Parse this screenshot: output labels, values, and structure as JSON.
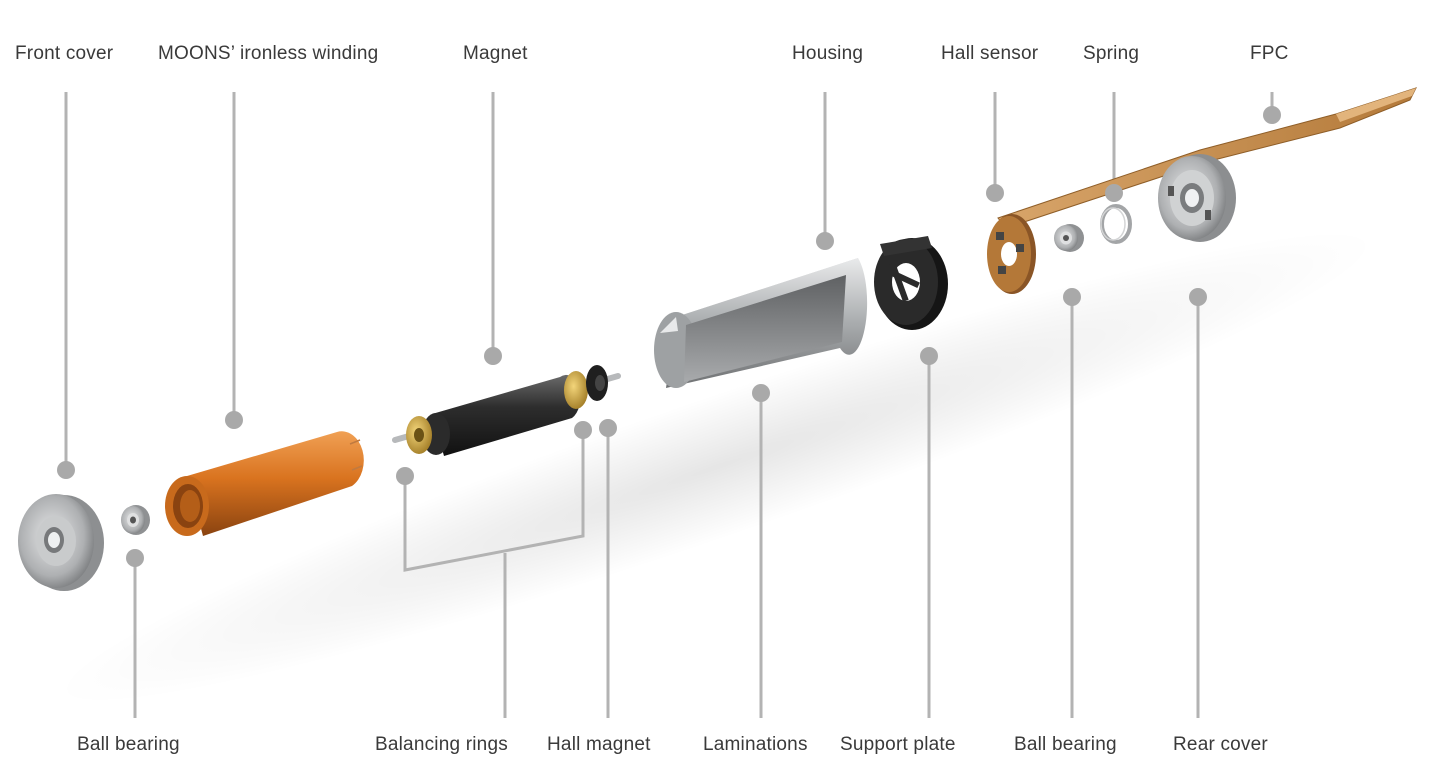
{
  "labels_top": {
    "front_cover": "Front cover",
    "winding": "MOONS’ ironless winding",
    "magnet": "Magnet",
    "housing": "Housing",
    "hall_sensor": "Hall sensor",
    "spring": "Spring",
    "fpc": "FPC"
  },
  "labels_bottom": {
    "ball_bearing_front": "Ball bearing",
    "balancing_rings": "Balancing rings",
    "hall_magnet": "Hall magnet",
    "laminations": "Laminations",
    "support_plate": "Support plate",
    "ball_bearing_rear": "Ball bearing",
    "rear_cover": "Rear cover"
  },
  "colors": {
    "leader_line": "#b3b3b3",
    "leader_dot": "#a9a9a9",
    "label_text": "#3a3a3a",
    "copper": "#d9731f",
    "steel": "#b9bcbf",
    "rubber": "#222222",
    "brass": "#c9a133",
    "fpc": "#c08a4a"
  }
}
